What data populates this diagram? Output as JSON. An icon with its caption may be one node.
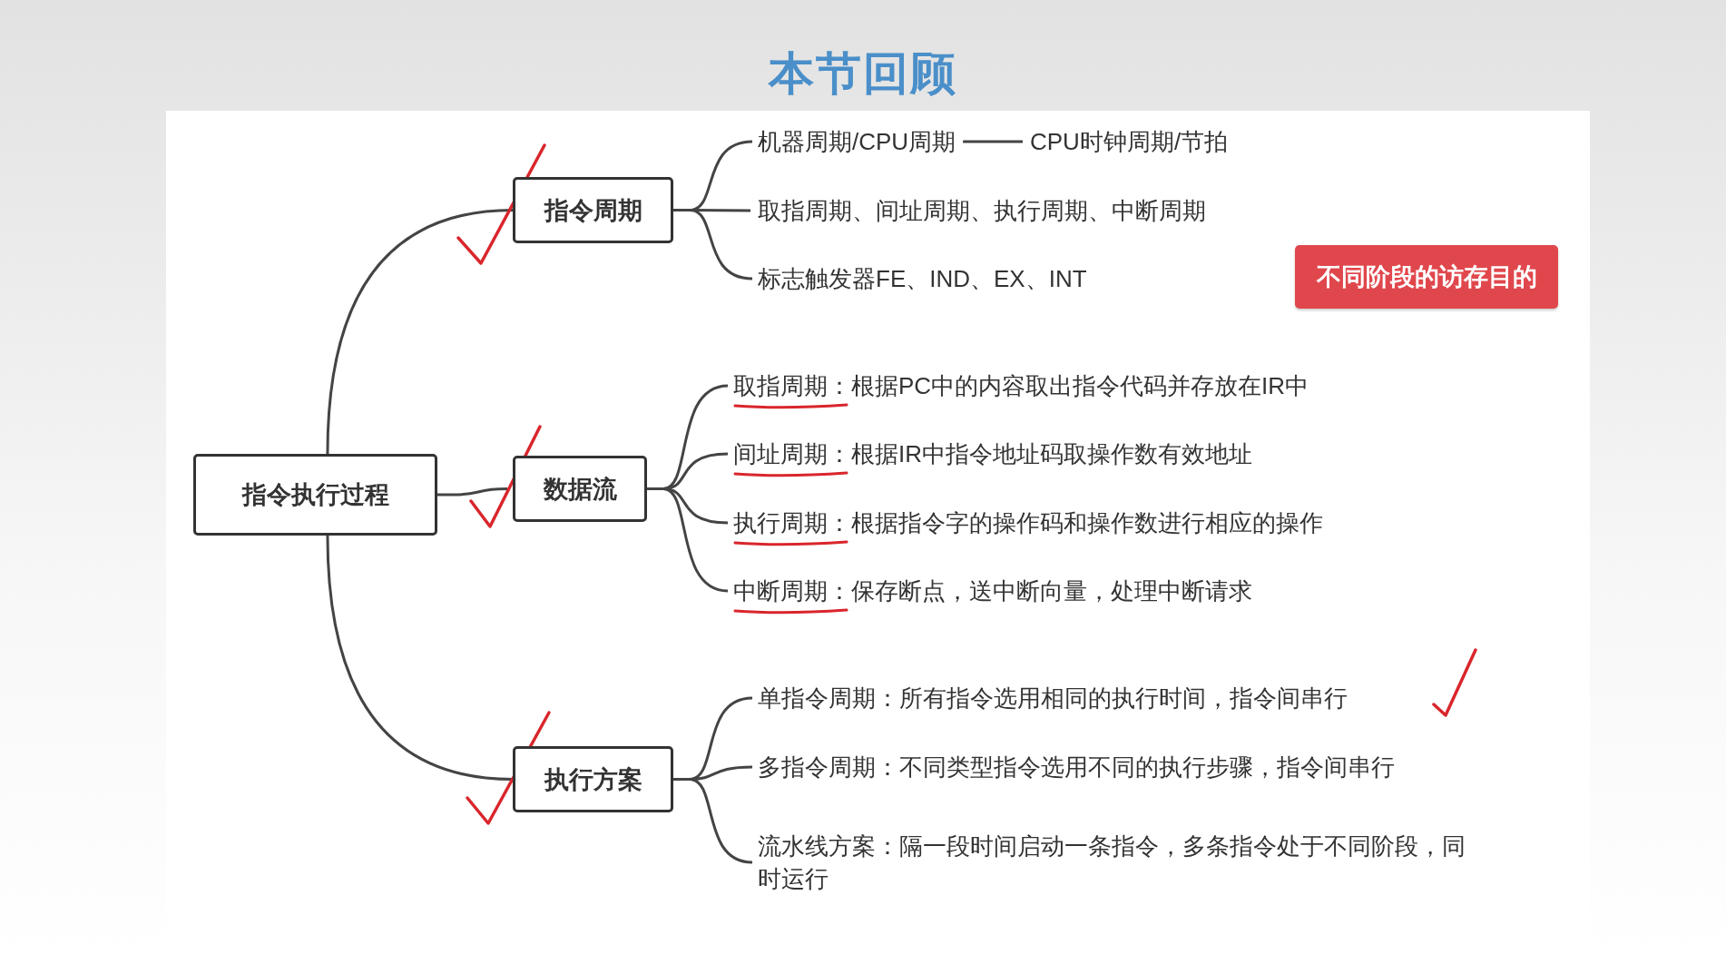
{
  "diagram": {
    "title": "本节回顾",
    "nodes": [
      {
        "text": [
          "指令执行过程"
        ]
      },
      {
        "text": [
          "指令周期"
        ]
      },
      {
        "text": [
          "数据流"
        ]
      },
      {
        "text": [
          "执行方案"
        ]
      },
      {
        "text": [
          "机器周期/CPU周期"
        ]
      },
      {
        "text": [
          "CPU时钟周期/节拍"
        ]
      },
      {
        "text": [
          "取指周期、间址周期、执行周期、中断周期"
        ]
      },
      {
        "text": [
          "标志触发器FE、IND、EX、INT"
        ]
      },
      {
        "text": [
          "取指周期：根据PC中的内容取出指令代码并存放在IR中"
        ]
      },
      {
        "text": [
          "间址周期：根据IR中指令地址码取操作数有效地址"
        ]
      },
      {
        "text": [
          "执行周期：根据指令字的操作码和操作数进行相应的操作"
        ]
      },
      {
        "text": [
          "中断周期：保存断点，送中断向量，处理中断请求"
        ]
      },
      {
        "text": [
          "单指令周期：所有指令选用相同的执行时间，指令间串行"
        ]
      },
      {
        "text": [
          "多指令周期：不同类型指令选用不同的执行步骤，指令间串行"
        ]
      },
      {
        "text": [
          "流水线方案：隔一段时间启动一条指令，多条指令处于不同阶段，同时运行"
        ]
      },
      {
        "text": [
          "不同阶段的访存目的"
        ]
      }
    ],
    "edges": [
      {
        "from": 0,
        "to": 1,
        "arrow": "none"
      },
      {
        "from": 0,
        "to": 2,
        "arrow": "none"
      },
      {
        "from": 0,
        "to": 3,
        "arrow": "none"
      },
      {
        "from": 1,
        "to": 4,
        "arrow": "none"
      },
      {
        "from": 1,
        "to": 6,
        "arrow": "none"
      },
      {
        "from": 1,
        "to": 7,
        "arrow": "none"
      },
      {
        "from": 4,
        "to": 5,
        "arrow": "none"
      },
      {
        "from": 2,
        "to": 8,
        "arrow": "none"
      },
      {
        "from": 2,
        "to": 9,
        "arrow": "none"
      },
      {
        "from": 2,
        "to": 10,
        "arrow": "none"
      },
      {
        "from": 2,
        "to": 11,
        "arrow": "none"
      },
      {
        "from": 3,
        "to": 12,
        "arrow": "none"
      },
      {
        "from": 3,
        "to": 13,
        "arrow": "none"
      },
      {
        "from": 3,
        "to": 14,
        "arrow": "none"
      }
    ]
  }
}
